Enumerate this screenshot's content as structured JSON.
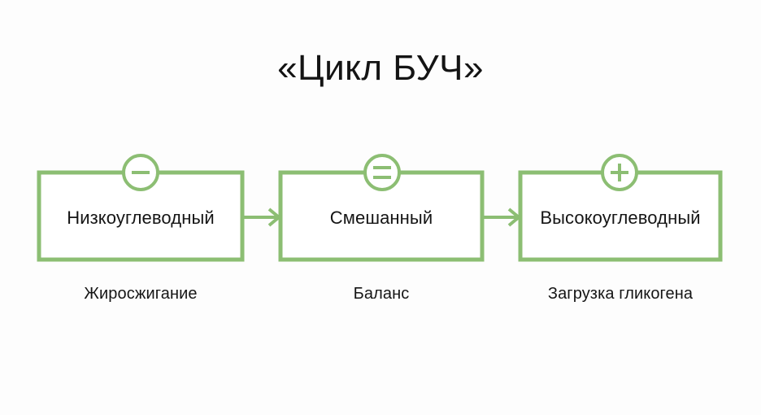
{
  "page": {
    "title": "«Цикл БУЧ»",
    "background_color": "#fdfdfd",
    "accent_color": "#8cbe73",
    "text_color": "#151515"
  },
  "diagram": {
    "type": "flow",
    "direction": "left-to-right",
    "nodes": [
      {
        "id": "low-carb",
        "label": "Низкоуглеводный",
        "caption": "Жиросжигание",
        "badge": "−",
        "badge_name": "minus-badge-icon",
        "badge_meaning": "minus"
      },
      {
        "id": "mixed",
        "label": "Смешанный",
        "caption": "Баланс",
        "badge": "=",
        "badge_name": "equals-badge-icon",
        "badge_meaning": "equals"
      },
      {
        "id": "high-carb",
        "label": "Высокоуглеводный",
        "caption": "Загрузка гликогена",
        "badge": "+",
        "badge_name": "plus-badge-icon",
        "badge_meaning": "plus"
      }
    ],
    "connectors": [
      {
        "from": "low-carb",
        "to": "mixed",
        "style": "arrow"
      },
      {
        "from": "mixed",
        "to": "high-carb",
        "style": "arrow"
      }
    ]
  }
}
